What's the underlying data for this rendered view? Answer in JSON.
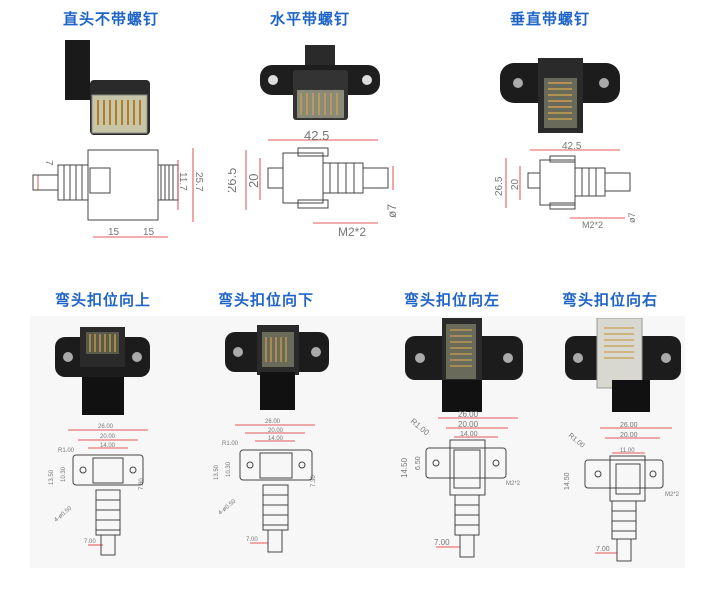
{
  "top_titles": {
    "straight": "直头不带螺钉",
    "horizontal": "水平带螺钉",
    "vertical": "垂直带螺钉"
  },
  "bottom_titles": {
    "up": "弯头扣位向上",
    "down": "弯头扣位向下",
    "left": "弯头扣位向左",
    "right": "弯头扣位向右"
  },
  "straight_dims": {
    "d_left": "7",
    "h_right": "11.7",
    "h_outer": "25.7",
    "w1": "15",
    "w2": "15"
  },
  "horizontal_dims": {
    "w_total": "42.5",
    "h_total": "26.5",
    "h_inner": "20",
    "dia": "ø7",
    "screw": "M2*2"
  },
  "vertical_dims": {
    "w_total": "42.5",
    "h_total": "26.5",
    "h_inner": "20",
    "dia": "ø7",
    "screw": "M2*2"
  },
  "right_angle_dims": {
    "w26": "26.00",
    "w20": "20.00",
    "w14": "14.00",
    "h1350": "13.50",
    "h1030": "10.30",
    "r": "R1.00",
    "holes": "4-ø0.50",
    "d700": "7.00",
    "h730": "7.30",
    "h1450": "14.50",
    "h650": "6.50",
    "w1100": "11.00",
    "screw": "M2*2"
  }
}
